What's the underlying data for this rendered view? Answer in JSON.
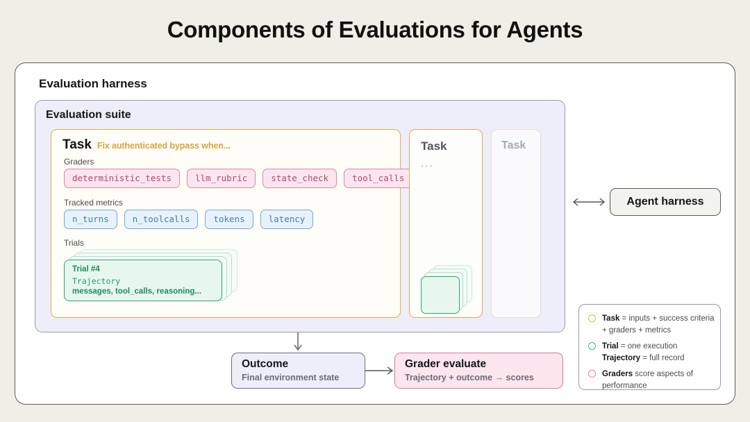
{
  "title": "Components of Evaluations for Agents",
  "harness": {
    "label": "Evaluation harness"
  },
  "suite": {
    "label": "Evaluation suite"
  },
  "task_main": {
    "word": "Task",
    "subtitle": "Fix authenticated bypass when...",
    "graders_label": "Graders",
    "graders": [
      "deterministic_tests",
      "llm_rubric",
      "state_check",
      "tool_calls"
    ],
    "metrics_label": "Tracked metrics",
    "metrics": [
      "n_turns",
      "n_toolcalls",
      "tokens",
      "latency"
    ],
    "trials_label": "Trials",
    "trial": {
      "id": "Trial #4",
      "trajectory_label": "Trajectory",
      "trajectory_desc": "messages, tool_calls, reasoning..."
    }
  },
  "task_second": {
    "word": "Task",
    "dots": "..."
  },
  "task_third": {
    "word": "Task"
  },
  "agent_harness": {
    "label": "Agent harness"
  },
  "outcome": {
    "title": "Outcome",
    "subtitle": "Final environment state"
  },
  "grader_evaluate": {
    "title": "Grader evaluate",
    "subtitle": "Trajectory + outcome → scores"
  },
  "legend": {
    "items": [
      {
        "term": "Task",
        "rest": " = inputs + success criteria + graders + metrics",
        "color": "#d8bb4e"
      },
      {
        "term": "Trial",
        "rest": " = one execution",
        "term2": "Trajectory",
        "rest2": " = full record",
        "color": "#49b98a"
      },
      {
        "term": "Graders",
        "rest": " score aspects of performance",
        "color": "#dd81a8"
      }
    ]
  },
  "colors": {
    "page_bg": "#efefe7",
    "suite_bg": "#eeeefa",
    "task_border": "#e9a94a",
    "grader_chip": "#de85ab",
    "metric_chip": "#6fa8d6",
    "trial_green": "#2fa36f"
  }
}
